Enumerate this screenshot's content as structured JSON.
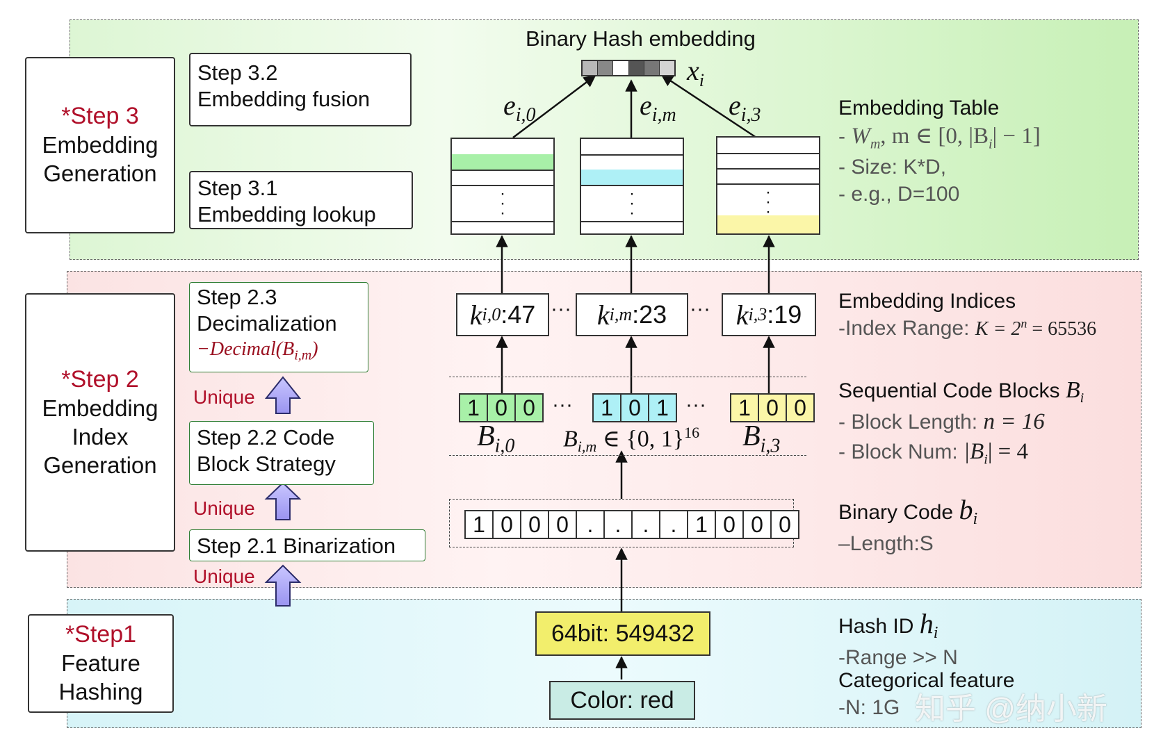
{
  "steps": {
    "step3": {
      "label": "*Step 3",
      "line1": "Embedding",
      "line2": "Generation"
    },
    "step2": {
      "label": "*Step 2",
      "line1": "Embedding",
      "line2": "Index",
      "line3": "Generation"
    },
    "step1": {
      "label": "*Step1",
      "line1": "Feature",
      "line2": "Hashing"
    }
  },
  "substeps": {
    "s32": {
      "line1": "Step 3.2",
      "line2": "Embedding fusion"
    },
    "s31": {
      "line1": "Step 3.1",
      "line2": "Embedding lookup"
    },
    "s23": {
      "line1": "Step 2.3",
      "line2": "Decimalization",
      "formula": "−Decimal(B",
      "formula_sub": "i,m",
      "formula_end": ")"
    },
    "s22": {
      "line1": "Step 2.2 Code",
      "line2": "Block Strategy"
    },
    "s21": {
      "line1": "Step 2.1 Binarization"
    }
  },
  "unique_label": "Unique",
  "center": {
    "title": "Binary Hash embedding",
    "xi": "x",
    "xi_sub": "i",
    "edges": [
      {
        "base": "e",
        "sub": "i,0"
      },
      {
        "base": "e",
        "sub": "i,m"
      },
      {
        "base": "e",
        "sub": "i,3"
      }
    ],
    "k_boxes": [
      {
        "base": "k",
        "sub": "i,0",
        "value": ":47"
      },
      {
        "base": "k",
        "sub": "i,m",
        "value": ":23"
      },
      {
        "base": "k",
        "sub": "i,3",
        "value": ":19"
      }
    ],
    "ellipsis": "···",
    "blocks": [
      {
        "bits": [
          "1",
          "0",
          "0"
        ],
        "label_base": "B",
        "label_sub": "i,0"
      },
      {
        "bits": [
          "1",
          "0",
          "1"
        ],
        "label_base": "B",
        "label_sub": "i,m"
      },
      {
        "bits": [
          "1",
          "0",
          "0"
        ],
        "label_base": "B",
        "label_sub": "i,3"
      }
    ],
    "block_set": " ∈ {0, 1}",
    "block_set_sup": "16",
    "binary_code": [
      "1",
      "0",
      "0",
      "0",
      ".",
      ".",
      ".",
      ".",
      "1",
      "0",
      "0",
      "0"
    ],
    "hash_box": "64bit: 549432",
    "color_box": "Color: red"
  },
  "right": {
    "emb_table": {
      "title": "Embedding Table",
      "l1_pre": "- ",
      "l1_math": "W",
      "l1_sub": "m",
      "l1_rest": ", m ∈ [0, |B",
      "l1_sub2": "i",
      "l1_end": "| − 1]",
      "l2": "- Size: K*D,",
      "l3": "- e.g., D=100"
    },
    "emb_indices": {
      "title": "Embedding Indices",
      "l1": "-Index Range: ",
      "l1_math": "K = 2",
      "l1_sup": "n",
      "l1_end": " = 65536"
    },
    "seq_blocks": {
      "title": "Sequential Code Blocks ",
      "title_math": "B",
      "title_sub": "i",
      "l1": "- Block Length: ",
      "l1_math": "n = 16",
      "l2": "- Block Num: ",
      "l2_math": "|B",
      "l2_sub": "i",
      "l2_end": "| = 4"
    },
    "binary_code": {
      "title": "Binary Code ",
      "title_math": "b",
      "title_sub": "i",
      "l1": "–Length:S"
    },
    "hash_id": {
      "title": "Hash ID ",
      "title_math": "h",
      "title_sub": "i",
      "l1": "-Range >> N"
    },
    "cat_feature": {
      "title": "Categorical feature",
      "l1": "-N: 1G"
    }
  },
  "watermark": "知乎 @纳小新",
  "colors": {
    "green_cell": "#a8f0a8",
    "blue_cell": "#aef0f6",
    "yellow_cell": "#fbf6a8",
    "hash_box": "#f2ee6c",
    "color_box": "#c9ece5",
    "step_red": "#b0102a"
  }
}
